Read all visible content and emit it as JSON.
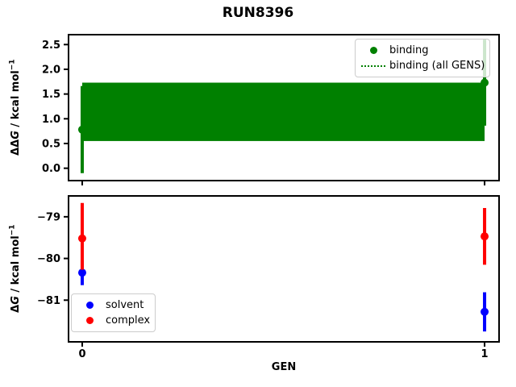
{
  "title": "RUN8396",
  "xlabel": "GEN",
  "xticks": [
    {
      "v": 0,
      "label": "0"
    },
    {
      "v": 1,
      "label": "1"
    }
  ],
  "colors": {
    "binding": "#008000",
    "solvent": "#0000ff",
    "complex": "#ff0000",
    "axes": "#000000",
    "legend_border": "#cccccc"
  },
  "chart_data": [
    {
      "type": "scatter",
      "name": "ddg-binding-plot",
      "ylabel": "ΔΔG / kcal mol⁻¹",
      "ylabel_parts": {
        "pre": "ΔΔ",
        "g": "G",
        "mid": " / kcal mol",
        "sup": "−1"
      },
      "x": [
        0,
        1
      ],
      "xlim": [
        -0.034,
        1.036
      ],
      "ylim": [
        -0.25,
        2.7
      ],
      "yticks": [
        {
          "v": 0.0,
          "label": "0.0"
        },
        {
          "v": 0.5,
          "label": "0.5"
        },
        {
          "v": 1.0,
          "label": "1.0"
        },
        {
          "v": 1.5,
          "label": "1.5"
        },
        {
          "v": 2.0,
          "label": "2.0"
        },
        {
          "v": 2.5,
          "label": "2.5"
        }
      ],
      "show_x_labels": false,
      "series": [
        {
          "name": "binding",
          "color": "#008000",
          "marker": "o",
          "y": [
            0.78,
            1.73
          ],
          "yerr_low": [
            -0.1,
            0.86
          ],
          "yerr_high": [
            1.66,
            2.6
          ]
        }
      ],
      "band": {
        "label": "binding (all GENS)",
        "color": "#008000",
        "line_style": "dotted",
        "x_range": [
          0,
          1
        ],
        "y_low": 0.55,
        "y_high": 1.73
      },
      "legend": {
        "position": "upper-right",
        "entries": [
          {
            "label": "binding",
            "glyph": "dot",
            "color": "#008000"
          },
          {
            "label": "binding (all GENS)",
            "glyph": "dotted-line",
            "color": "#008000"
          }
        ]
      }
    },
    {
      "type": "scatter",
      "name": "dg-plot",
      "ylabel": "ΔG / kcal mol⁻¹",
      "ylabel_parts": {
        "pre": "Δ",
        "g": "G",
        "mid": " / kcal mol",
        "sup": "−1"
      },
      "x": [
        0,
        1
      ],
      "xlim": [
        -0.034,
        1.036
      ],
      "ylim": [
        -82.0,
        -78.5
      ],
      "yticks": [
        {
          "v": -79,
          "label": "−79"
        },
        {
          "v": -80,
          "label": "−80"
        },
        {
          "v": -81,
          "label": "−81"
        }
      ],
      "show_x_labels": true,
      "series": [
        {
          "name": "solvent",
          "color": "#0000ff",
          "marker": "o",
          "y": [
            -80.34,
            -81.28
          ],
          "yerr_low": [
            -80.64,
            -81.75
          ],
          "yerr_high": [
            -80.04,
            -80.81
          ]
        },
        {
          "name": "complex",
          "color": "#ff0000",
          "marker": "o",
          "y": [
            -79.52,
            -79.47
          ],
          "yerr_low": [
            -80.27,
            -80.15
          ],
          "yerr_high": [
            -78.67,
            -78.79
          ]
        }
      ],
      "legend": {
        "position": "lower-left",
        "entries": [
          {
            "label": "solvent",
            "glyph": "dot",
            "color": "#0000ff"
          },
          {
            "label": "complex",
            "glyph": "dot",
            "color": "#ff0000"
          }
        ]
      }
    }
  ]
}
